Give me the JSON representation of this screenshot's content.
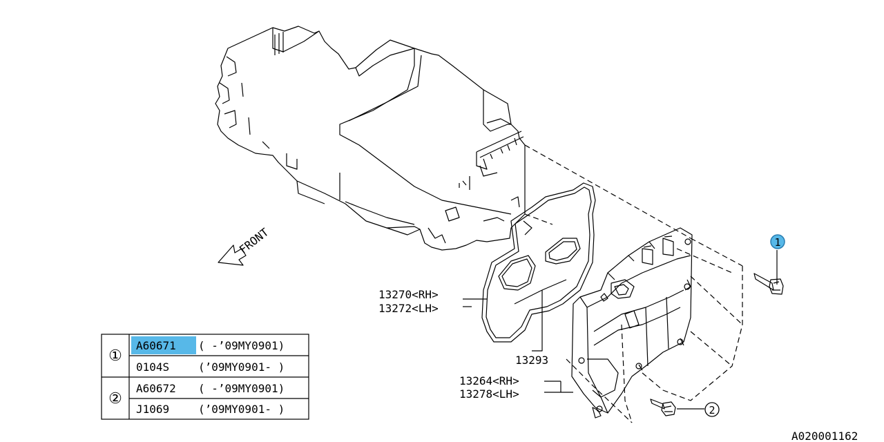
{
  "labels": {
    "cover_rh": "13270<RH>",
    "cover_lh": "13272<LH>",
    "gasket": "13293",
    "plate_rh": "13264<RH>",
    "plate_lh": "13278<LH>",
    "front": "FRONT",
    "ref_1": "1",
    "ref_2": "2",
    "diagram_id": "A020001162"
  },
  "table": {
    "groups": [
      {
        "ref": "①",
        "rows": [
          {
            "part": "A60671",
            "range": "( -’09MY0901)",
            "highlight": true
          },
          {
            "part": "0104S",
            "range": "(’09MY0901- )",
            "highlight": false
          }
        ]
      },
      {
        "ref": "②",
        "rows": [
          {
            "part": "A60672",
            "range": "( -’09MY0901)",
            "highlight": false
          },
          {
            "part": "J1069",
            "range": "(’09MY0901- )",
            "highlight": false
          }
        ]
      }
    ]
  },
  "colors": {
    "highlight": "#57b8e8",
    "line": "#000000"
  }
}
